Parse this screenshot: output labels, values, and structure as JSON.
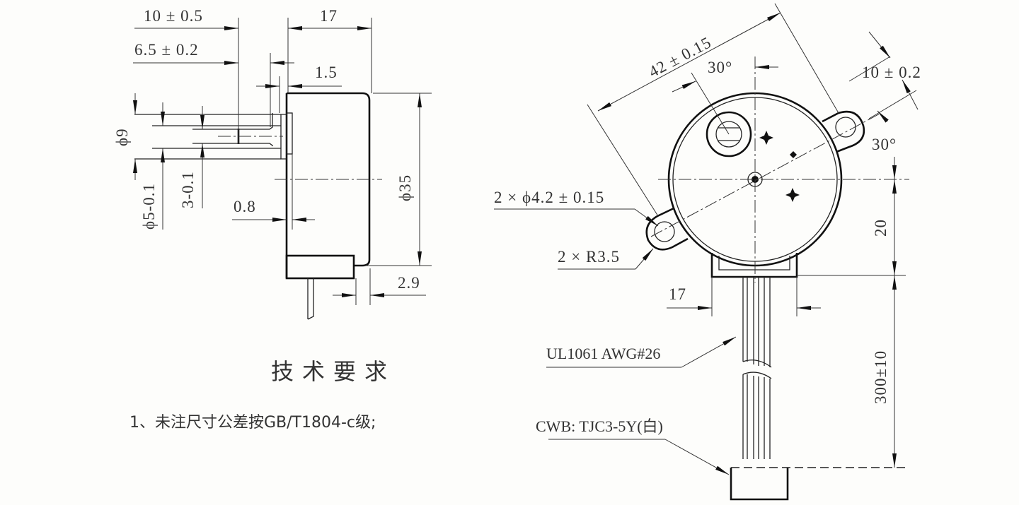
{
  "drawing": {
    "title": "Stepper motor outline drawing",
    "side_view": {
      "dims": {
        "shaft_length": "10 ± 0.5",
        "body_depth": "17",
        "flat_length": "6.5 ± 0.2",
        "boss_thickness": "1.5",
        "shaft_dia_outer": "ϕ9",
        "shaft_dia": "ϕ5-0.1",
        "flat_width": "3-0.1",
        "plate_gap": "0.8",
        "body_dia": "ϕ35",
        "connector_offset": "2.9"
      }
    },
    "front_view": {
      "dims": {
        "mount_pitch": "42 ± 0.15",
        "angle_top": "30°",
        "ear_width": "10 ± 0.2",
        "angle_right": "30°",
        "mount_holes": "2 × ϕ4.2 ± 0.15",
        "ear_radius": "2 × R3.5",
        "connector_height": "20",
        "base_width": "17",
        "lead_length": "300±10"
      },
      "callouts": {
        "wire_spec": "UL1061 AWG#26",
        "connector_spec": "CWB: TJC3-5Y(白)"
      }
    },
    "notes": {
      "heading": "技术要求",
      "items": [
        "1、未注尺寸公差按GB/T1804-c级;"
      ]
    }
  },
  "colors": {
    "background": "#fdfdfb",
    "line": "#222222",
    "text": "#333333"
  }
}
